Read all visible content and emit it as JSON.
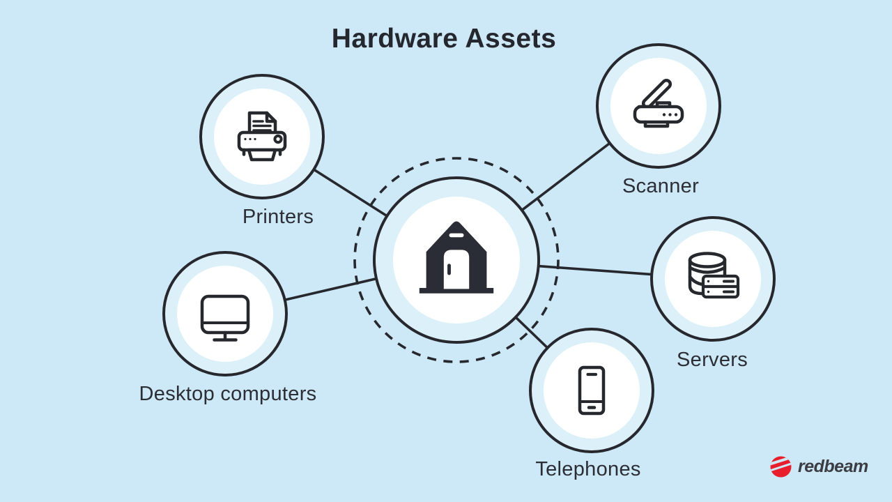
{
  "title": "Hardware Assets",
  "hub": {
    "icon": "warehouse-icon"
  },
  "nodes": [
    {
      "label": "Printers",
      "icon": "printer-icon"
    },
    {
      "label": "Scanner",
      "icon": "scanner-icon"
    },
    {
      "label": "Servers",
      "icon": "servers-icon"
    },
    {
      "label": "Telephones",
      "icon": "smartphone-icon"
    },
    {
      "label": "Desktop computers",
      "icon": "desktop-computer-icon"
    }
  ],
  "brand": {
    "name": "redbeam",
    "icon": "redbeam-logo-icon"
  },
  "colors": {
    "background": "#cde8f6",
    "circle_ring_fill": "#dcf0fa",
    "circle_inner_fill": "#ffffff",
    "stroke": "#26282e",
    "label_text": "#2c2e35",
    "title_text": "#25272e",
    "brand_red": "#e81e2c",
    "brand_text": "#3b3d42"
  }
}
